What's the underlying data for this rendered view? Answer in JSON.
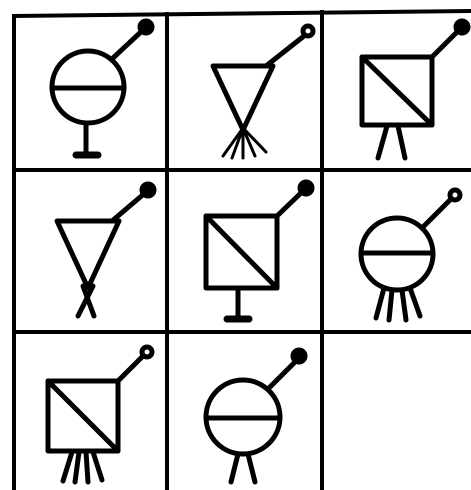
{
  "puzzle": {
    "cells": [
      {
        "head": "circle-with-bar",
        "antenna_tip": "filled",
        "legs": "stand-with-foot"
      },
      {
        "head": "triangle",
        "antenna_tip": "hollow",
        "legs": "spread-five"
      },
      {
        "head": "square-with-diagonal",
        "antenna_tip": "filled",
        "legs": "two-splayed"
      },
      {
        "head": "triangle",
        "antenna_tip": "filled",
        "legs": "two-crossed"
      },
      {
        "head": "square-with-diagonal",
        "antenna_tip": "filled",
        "legs": "stand-with-foot"
      },
      {
        "head": "circle-with-bar",
        "antenna_tip": "hollow",
        "legs": "four-splayed"
      },
      {
        "head": "square-with-diagonal",
        "antenna_tip": "hollow",
        "legs": "four-splayed"
      },
      {
        "head": "circle-with-bar",
        "antenna_tip": "filled",
        "legs": "two-splayed"
      },
      {
        "head": "",
        "antenna_tip": "",
        "legs": ""
      }
    ],
    "colors": {
      "ink": "#000000",
      "paper": "#ffffff"
    }
  }
}
